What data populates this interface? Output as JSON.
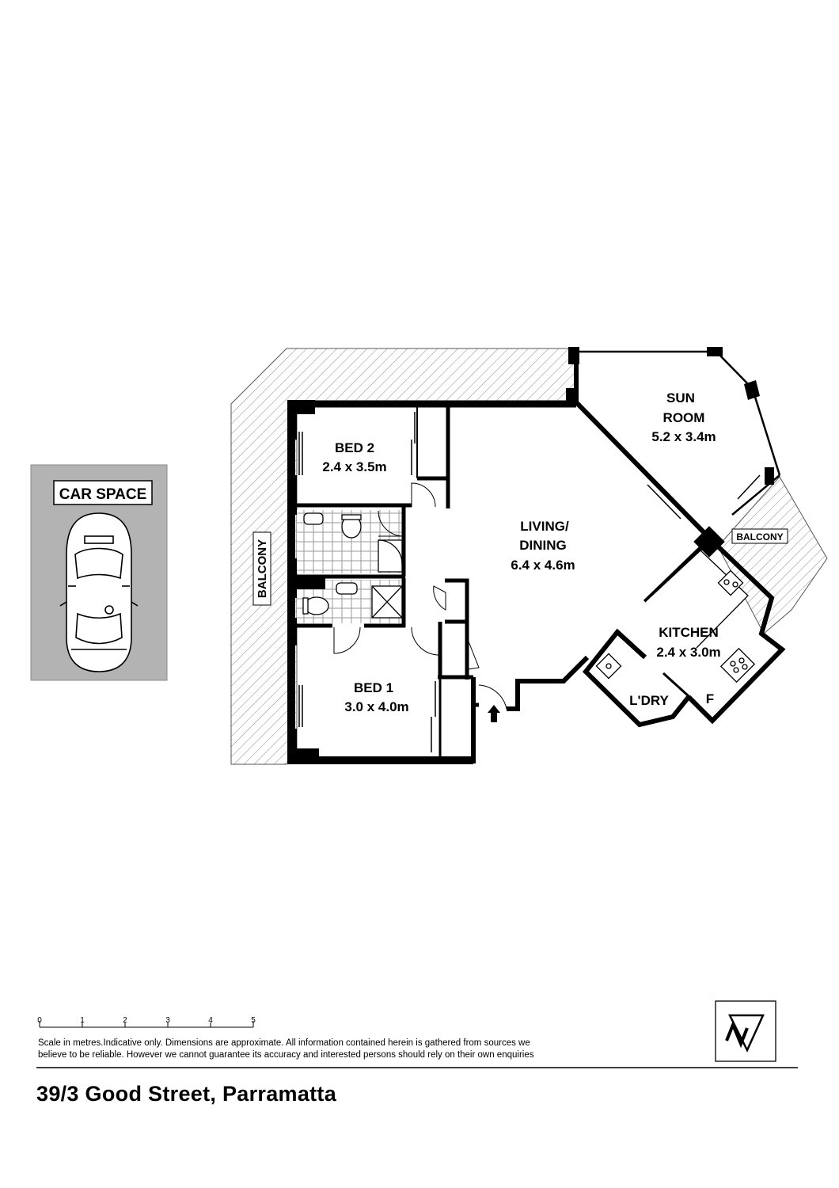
{
  "labels": {
    "car_space": "CAR SPACE",
    "balcony_left": "BALCONY",
    "balcony_right": "BALCONY",
    "bed2_name": "BED 2",
    "bed2_size": "2.4 x 3.5m",
    "bed1_name": "BED 1",
    "bed1_size": "3.0 x 4.0m",
    "living_line1": "LIVING/",
    "living_line2": "DINING",
    "living_size": "6.4 x 4.6m",
    "sun_line1": "SUN",
    "sun_line2": "ROOM",
    "sun_size": "5.2 x 3.4m",
    "kitchen_name": "KITCHEN",
    "kitchen_size": "2.4 x 3.0m",
    "laundry": "L'DRY",
    "fridge": "F"
  },
  "scale": {
    "ticks": [
      "0",
      "1",
      "2",
      "3",
      "4",
      "5"
    ],
    "units": "metres"
  },
  "footer": {
    "disclaimer_line1": "Scale in metres.Indicative only. Dimensions are approximate. All information contained herein is gathered from sources we",
    "disclaimer_line2": "believe to be reliable. However we cannot guarantee its accuracy and interested persons should rely on their own enquiries",
    "address": "39/3 Good Street, Parramatta"
  },
  "icons": [
    "car-icon",
    "north-compass-icon",
    "entry-arrow-icon",
    "toilet-icon",
    "basin-icon",
    "shower-icon",
    "cooktop-icon",
    "sink-icon",
    "door-swing-icon"
  ],
  "colors": {
    "wall": "#000000",
    "car_space_fill": "#b3b3b3",
    "hatch": "#8a8a8a",
    "tile_grid": "#9a9a9a"
  }
}
